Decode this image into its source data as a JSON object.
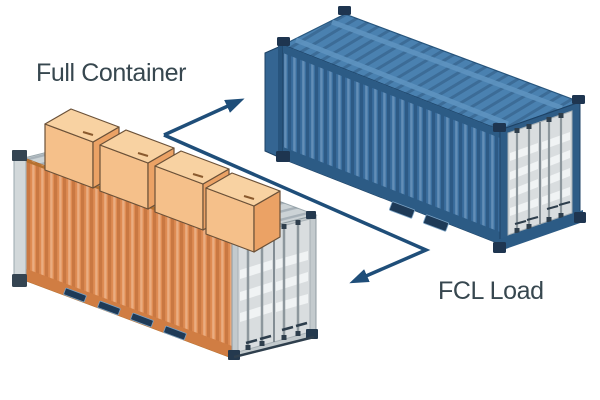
{
  "labels": {
    "full_container": "Full Container",
    "fcl_load": "FCL Load"
  },
  "colors": {
    "background": "#ffffff",
    "text": "#37474f",
    "arrow": "#1f4e79",
    "orange_side": "#df8c53",
    "orange_rail": "#d07d43",
    "orange_edge": "#b5712f",
    "blue_side": "#3a6e9e",
    "blue_rail": "#2c5b85",
    "blue_roof": "#4a81b0",
    "blue_end": "#346592",
    "blue_roof_rail": "#5e93c0",
    "door_gray": "#d9dddf",
    "door_bar": "#f0f3f4",
    "frame_gray": "#c3cacd",
    "roof_gray": "#ccd3d6",
    "post_gray": "#d2d8da",
    "rod_gray": "#8d979d",
    "box_front": "#f5c08a",
    "box_top": "#f8d2a2",
    "box_side": "#eba265",
    "box_outline": "#6b5138",
    "casting_navy": "#24394e"
  },
  "icons": {
    "flow_arrow": "double-headed-zigzag-arrow",
    "left_illustration": "orange-container-with-boxes",
    "right_illustration": "blue-closed-container"
  }
}
